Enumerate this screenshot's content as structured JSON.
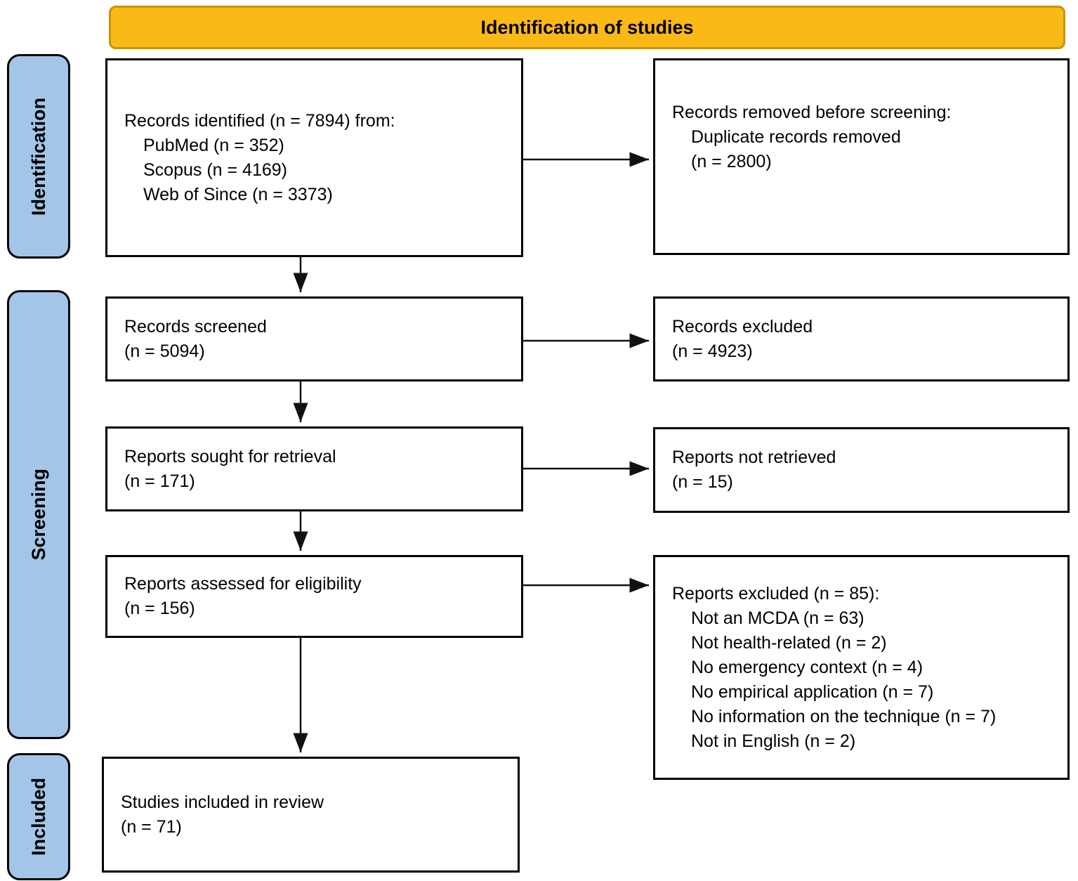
{
  "banner": {
    "title": "Identification of studies"
  },
  "sidebar": {
    "identification": "Identification",
    "screening": "Screening",
    "included": "Included"
  },
  "boxes": {
    "records_identified": {
      "header": "Records identified (n = 7894) from:",
      "sources": [
        "PubMed (n = 352)",
        "Scopus (n = 4169)",
        "Web of Since (n = 3373)"
      ]
    },
    "records_removed": {
      "header": "Records removed before screening:",
      "details": [
        "Duplicate records removed",
        "(n = 2800)"
      ]
    },
    "records_screened": {
      "label": "Records screened",
      "count": "(n = 5094)"
    },
    "records_excluded": {
      "label": "Records excluded",
      "count": "(n = 4923)"
    },
    "reports_sought": {
      "label": "Reports sought for retrieval",
      "count": "(n = 171)"
    },
    "reports_not_retrieved": {
      "label": "Reports not retrieved",
      "count": "(n = 15)"
    },
    "reports_assessed": {
      "label": "Reports assessed for eligibility",
      "count": "(n = 156)"
    },
    "reports_excluded": {
      "header": "Reports excluded (n = 85):",
      "reasons": [
        "Not an MCDA (n = 63)",
        "Not health-related (n = 2)",
        "No emergency context (n = 4)",
        "No empirical application (n = 7)",
        "No information on the technique (n = 7)",
        "Not in English (n = 2)"
      ]
    },
    "studies_included": {
      "label": "Studies included in review",
      "count": "(n = 71)"
    }
  },
  "colors": {
    "banner_fill": "#FBB917",
    "banner_border": "#C79500",
    "stage_fill": "#A3C6E8",
    "box_border": "#000000"
  }
}
